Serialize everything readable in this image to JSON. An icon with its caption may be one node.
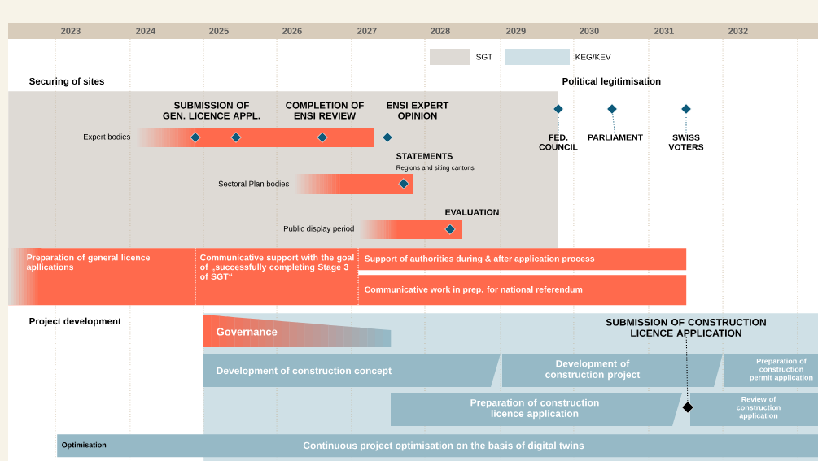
{
  "diagram": {
    "nodes": [
      {
        "text": [
          "Securing of sites"
        ]
      },
      {
        "text": [],
        "shape": "bar",
        "beside": [
          "Expert bodies"
        ],
        "in": 0
      },
      {
        "text": [],
        "shape": "bar",
        "beside": [
          "Sectoral Plan bodies"
        ],
        "in": 0
      },
      {
        "text": [],
        "shape": "bar",
        "beside": [
          "Public display period"
        ],
        "in": 0
      },
      {
        "text": [
          "Preparation of general licence apllications"
        ]
      },
      {
        "text": [
          "Communicative support with the goal of „successfully completing Stage 3 of SGT“"
        ]
      },
      {
        "text": [
          "Support of authorities during & after application process"
        ]
      },
      {
        "text": [
          "Communicative work in prep. for national referendum"
        ]
      },
      {
        "text": [],
        "shape": "box"
      },
      {
        "text": [
          "Governance"
        ],
        "in": 8
      },
      {
        "text": [
          "Development of construction concept"
        ],
        "in": 8
      },
      {
        "text": [
          "Development of construction project"
        ],
        "in": 8
      },
      {
        "text": [
          "Preparation of construction permit application"
        ],
        "in": 8
      },
      {
        "text": [
          "Preparation of construction licence application"
        ],
        "in": 8
      },
      {
        "text": [
          "Review of construction application"
        ],
        "in": 8
      },
      {
        "text": [
          "Optimisation",
          "Continuous project optimisation on the basis of digital twins"
        ]
      },
      {
        "text": [
          "SUBMISSION OF CONSTRUCTION LICENCE APPLICATION"
        ],
        "in": 8
      },
      {
        "text": [],
        "shape": "diamond",
        "in": 8
      },
      {
        "text": [],
        "shape": "diamond"
      },
      {
        "text": [],
        "shape": "diamond"
      },
      {
        "text": [],
        "shape": "diamond"
      },
      {
        "text": [
          "FED. COUNCIL"
        ]
      },
      {
        "text": [
          "PARLIAMENT"
        ]
      },
      {
        "text": [
          "SWISS VOTERS"
        ]
      },
      {
        "text": [],
        "shape": "diamond",
        "beside": [
          "SUBMISSION OF GEN. LICENCE APPL."
        ],
        "in": 0
      },
      {
        "text": [],
        "shape": "diamond",
        "in": 1
      },
      {
        "text": [],
        "shape": "diamond",
        "beside": [
          "COMPLETION OF ENSI REVIEW"
        ],
        "in": 1
      },
      {
        "text": [],
        "shape": "diamond",
        "beside": [
          "ENSI EXPERT OPINION"
        ],
        "in": 0
      },
      {
        "text": [],
        "shape": "diamond",
        "beside": [
          "STATEMENTS",
          "Regions and siting cantons"
        ],
        "in": 2
      },
      {
        "text": [],
        "shape": "diamond",
        "beside": [
          "EVALUATION"
        ],
        "in": 3
      }
    ],
    "edges": [
      {
        "from": 16,
        "to": 17,
        "arrow": "none",
        "style": "dashed",
        "color": "#000000"
      },
      {
        "from": 18,
        "to": 21,
        "arrow": "none",
        "style": "dashed"
      },
      {
        "from": 19,
        "to": 22,
        "arrow": "none",
        "style": "dashed"
      },
      {
        "from": 20,
        "to": 23,
        "arrow": "none",
        "style": "dashed"
      }
    ],
    "labels": [
      "2023",
      "2024",
      "2025",
      "2026",
      "2027",
      "2028",
      "2029",
      "2030",
      "2031",
      "2032",
      "Political legitimisation",
      "Project development"
    ],
    "legend": [
      {
        "text": "SGT",
        "color": "#dedad5"
      },
      {
        "text": "KEG/KEV",
        "color": "#cfe0e6"
      }
    ]
  }
}
